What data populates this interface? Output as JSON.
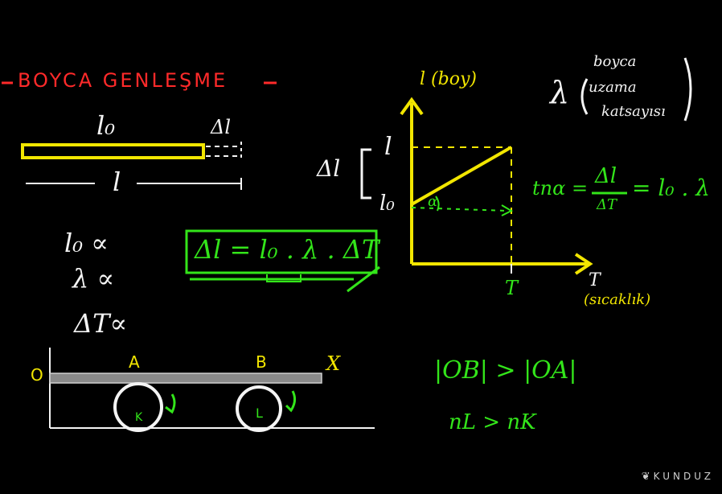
{
  "title": "BOYCA GENLEŞME",
  "rod": {
    "l0": "l₀",
    "dl": "Δl",
    "l": "l"
  },
  "proportional": [
    "l₀ ∝",
    "λ ∝",
    "ΔT∝"
  ],
  "formula": "Δl = l₀ . λ . ΔT",
  "graph": {
    "y_axis": "l (boy)",
    "x_axis": "T",
    "x_axis_note": "(sıcaklık)",
    "y_top": "l",
    "y_bottom": "l₀",
    "x_tick": "T",
    "angle": "α",
    "delta_label": "Δl"
  },
  "lambda_note": {
    "symbol": "λ",
    "lines": [
      "boyca",
      "uzama",
      "katsayısı"
    ]
  },
  "tan_formula": {
    "lhs": "tnα =",
    "num": "Δl",
    "den": "ΔT",
    "rhs": "= l₀ . λ"
  },
  "roller": {
    "o": "O",
    "a": "A",
    "b": "B",
    "x": "X",
    "k": "K",
    "l": "L"
  },
  "comparisons": [
    "|OB| > |OA|",
    "nL > nK"
  ],
  "watermark": "KUNDUZ",
  "colors": {
    "title": "#ff2a2a",
    "graph": "#f2e600",
    "formula": "#33e51a",
    "chalk": "#f4f4f4"
  }
}
